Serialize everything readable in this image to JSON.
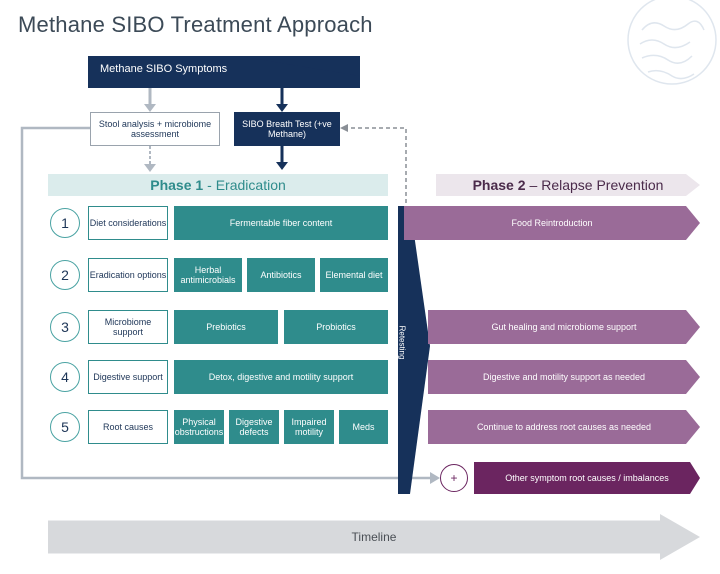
{
  "title": "Methane SIBO Treatment Approach",
  "symptoms": "Methane SIBO Symptoms",
  "stool": "Stool analysis + microbiome assessment",
  "breath_test": "SIBO Breath Test (+ve Methane)",
  "phase1": {
    "label": "Phase 1",
    "sub": "- Eradication"
  },
  "phase2": {
    "label": "Phase 2",
    "sub": "– Relapse Prevention"
  },
  "retesting": "Retesting",
  "rows": [
    {
      "num": "1",
      "label": "Diet considerations",
      "items": [
        "Fermentable fiber content"
      ],
      "phase2": "Food Reintroduction"
    },
    {
      "num": "2",
      "label": "Eradication options",
      "items": [
        "Herbal antimicrobials",
        "Antibiotics",
        "Elemental diet"
      ],
      "phase2": ""
    },
    {
      "num": "3",
      "label": "Microbiome support",
      "items": [
        "Prebiotics",
        "Probiotics"
      ],
      "phase2": "Gut healing and microbiome support"
    },
    {
      "num": "4",
      "label": "Digestive support",
      "items": [
        "Detox, digestive and motility support"
      ],
      "phase2": "Digestive and motility support as needed"
    },
    {
      "num": "5",
      "label": "Root causes",
      "items": [
        "Physical obstructions",
        "Digestive defects",
        "Impaired motility",
        "Meds"
      ],
      "phase2": "Continue to address root causes as needed"
    }
  ],
  "plus_symbol": "+",
  "other_causes": "Other symptom root causes / imbalances",
  "timeline": "Timeline",
  "colors": {
    "navy": "#16315a",
    "teal": "#2f8c8c",
    "purple": "#9a6b98",
    "dark_purple": "#6b2560"
  }
}
